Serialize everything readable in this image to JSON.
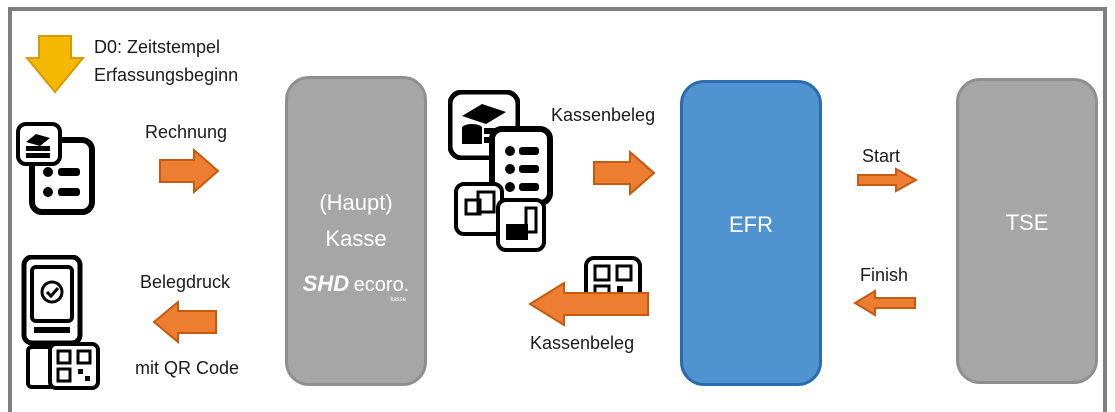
{
  "start_marker": {
    "label_line1": "D0: Zeitstempel",
    "label_line2": "Erfassungsbeginn"
  },
  "labels": {
    "rechnung": "Rechnung",
    "belegdruck": "Belegdruck",
    "mit_qr_code": "mit QR Code",
    "kassenbeleg_top": "Kassenbeleg",
    "kassenbeleg_bottom": "Kassenbeleg",
    "start": "Start",
    "finish": "Finish"
  },
  "nodes": {
    "kasse": {
      "line1": "(Haupt)",
      "line2": "Kasse",
      "logo_main": "SHD",
      "logo_word": "ecoro.",
      "logo_sub": "kasse"
    },
    "efr": {
      "label": "EFR"
    },
    "tse": {
      "label": "TSE"
    }
  },
  "colors": {
    "arrow_orange": "#ed7d31",
    "marker_yellow": "#f5b800",
    "box_gray": "#a6a6a6",
    "box_blue": "#4f94d1",
    "frame": "#7f7f7f"
  },
  "icons": [
    "invoice-money-icon",
    "terminal-check-icon",
    "qr-code-icon",
    "cash-stack-icon",
    "receipt-list-icon",
    "register-icon"
  ]
}
